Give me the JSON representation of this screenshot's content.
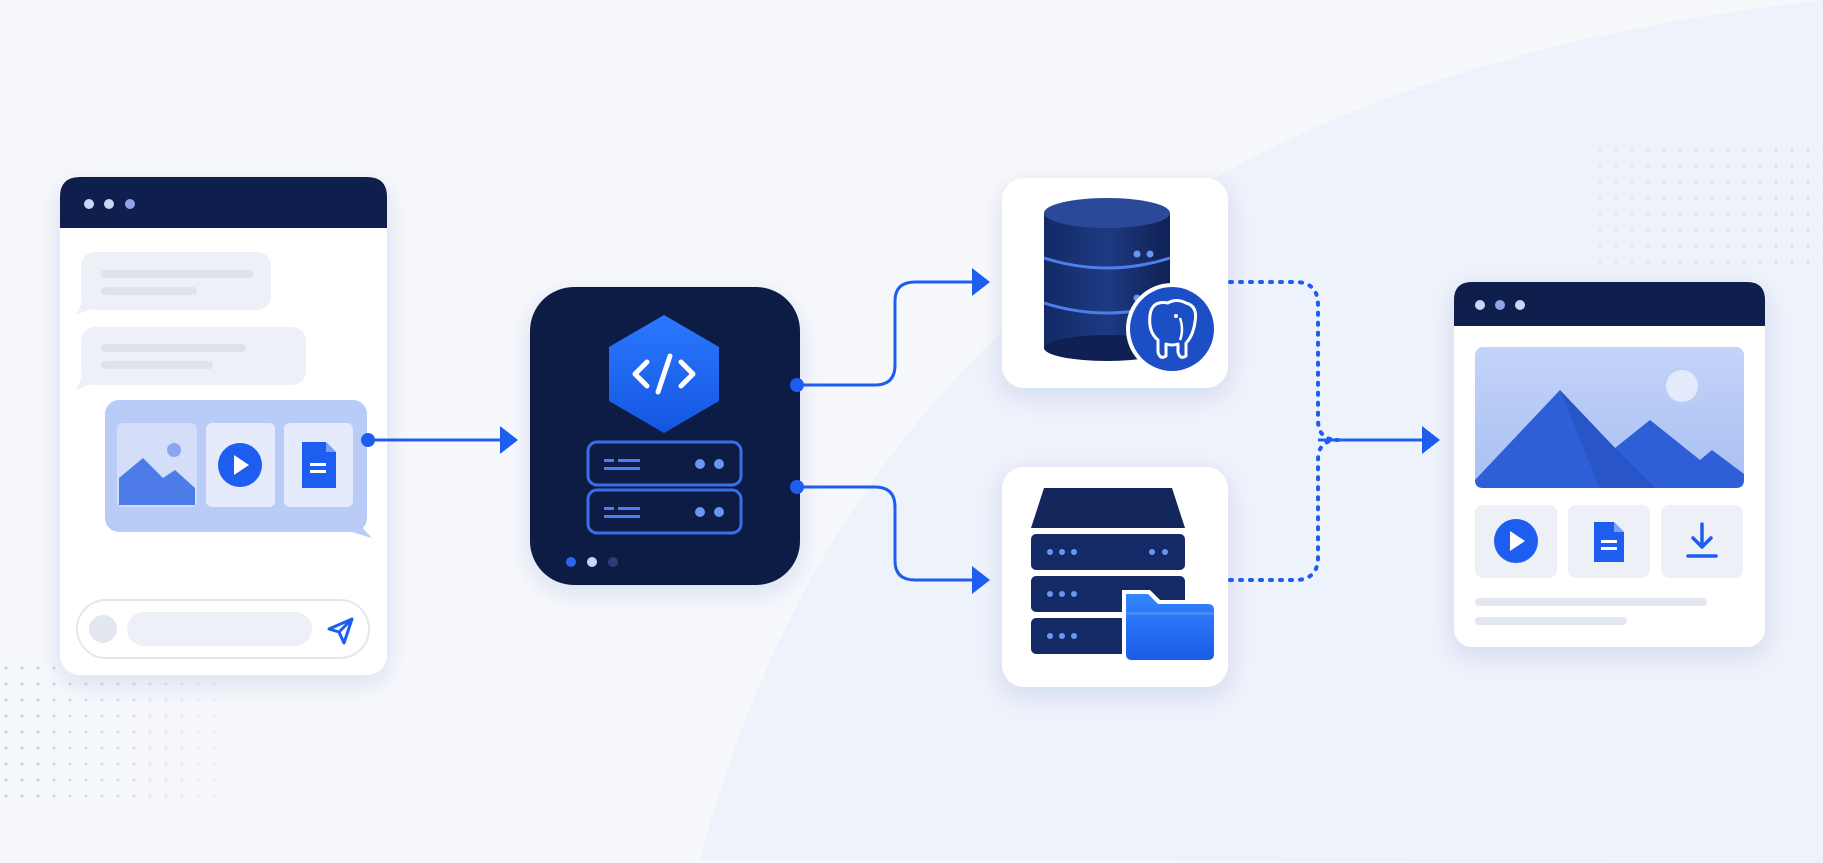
{
  "colors": {
    "background": "#f6f8fc",
    "navy": "#0f1f4d",
    "navy_dark": "#0b1a44",
    "accent_blue": "#1d5ef0",
    "light_blue": "#b9ccf7",
    "card_white": "#ffffff",
    "placeholder_gray": "#e6e9f1",
    "dot_gray": "#c9d2e6"
  },
  "nodes": [
    {
      "id": "chat-client-window",
      "icon": "chat-window-icon"
    },
    {
      "id": "api-server",
      "icon": "code-hexagon-icon"
    },
    {
      "id": "postgres-database",
      "icon": "postgresql-elephant-icon"
    },
    {
      "id": "file-storage-server",
      "icon": "folder-icon"
    },
    {
      "id": "result-viewer-window",
      "icon": "media-viewer-icon"
    }
  ],
  "edges": [
    {
      "from": "chat-client-window",
      "to": "api-server",
      "style": "solid"
    },
    {
      "from": "api-server",
      "to": "postgres-database",
      "style": "solid"
    },
    {
      "from": "api-server",
      "to": "file-storage-server",
      "style": "solid"
    },
    {
      "from": "postgres-database",
      "to": "result-viewer-window",
      "style": "dotted"
    },
    {
      "from": "file-storage-server",
      "to": "result-viewer-window",
      "style": "dotted"
    }
  ]
}
